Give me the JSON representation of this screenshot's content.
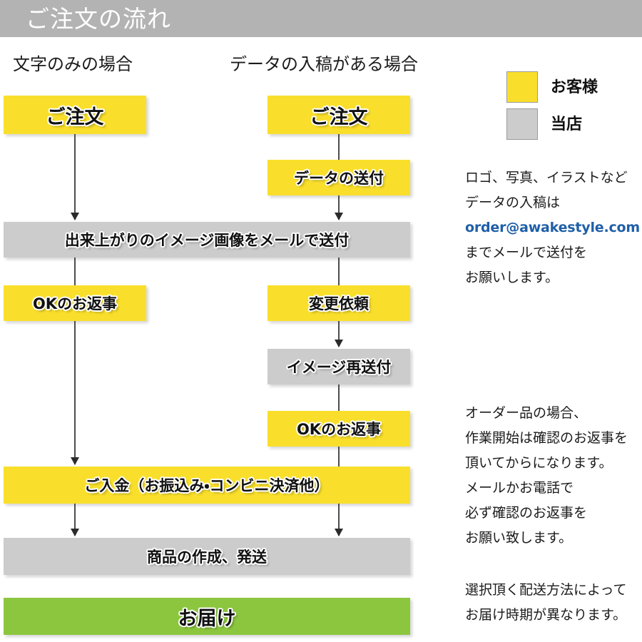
{
  "header": {
    "title": "ご注文の流れ"
  },
  "columns": [
    {
      "caption": "文字のみの場合"
    },
    {
      "caption": "データの入稿がある場合"
    }
  ],
  "legend": {
    "items": [
      {
        "label": "お客様",
        "color": "#f9df2b",
        "swatch": "yellow"
      },
      {
        "label": "当店",
        "color": "#cccccc",
        "swatch": "gray"
      }
    ]
  },
  "flow": {
    "left_column": [
      {
        "label": "ご注文",
        "color": "#f9df2b",
        "actor": "お客様"
      },
      {
        "label": "OKのお返事",
        "color": "#f9df2b",
        "actor": "お客様"
      }
    ],
    "right_column": [
      {
        "label": "ご注文",
        "color": "#f9df2b",
        "actor": "お客様"
      },
      {
        "label": "データの送付",
        "color": "#f9df2b",
        "actor": "お客様"
      },
      {
        "label": "変更依頼",
        "color": "#f9df2b",
        "actor": "お客様"
      },
      {
        "label": "イメージ再送付",
        "color": "#cccccc",
        "actor": "当店"
      },
      {
        "label": "OKのお返事",
        "color": "#f9df2b",
        "actor": "お客様"
      }
    ],
    "full_width": [
      {
        "label": "出来上がりのイメージ画像をメールで送付",
        "color": "#cccccc",
        "actor": "当店"
      },
      {
        "label": "ご入金（お振込み・コンビニ決済他）",
        "color": "#f9df2b",
        "actor": "お客様"
      },
      {
        "label": "商品の作成、発送",
        "color": "#cccccc",
        "actor": "当店"
      },
      {
        "label": "お届け",
        "color": "#8cc63f",
        "actor": "当店"
      }
    ]
  },
  "notes": {
    "data_submission": [
      "ロゴ、写真、イラストなど",
      "データの入稿は",
      "order@awakestyle.com",
      "までメールで送付を",
      "お願いします。"
    ],
    "order_confirmation": [
      "オーダー品の場合、",
      "作業開始は確認のお返事を",
      "頂いてからになります。",
      "メールかお電話で",
      "必ず確認のお返事を",
      "お願い致します。"
    ],
    "delivery": [
      "選択頂く配送方法によって",
      "お届け時期が異なります。"
    ]
  },
  "colors": {
    "header_gray": "#b3b3b3",
    "box_gray": "#cccccc",
    "customer_yellow": "#f9df2b",
    "delivery_green": "#8cc63f",
    "email_blue": "#1f5fa8",
    "arrow": "#4d4d4d"
  }
}
